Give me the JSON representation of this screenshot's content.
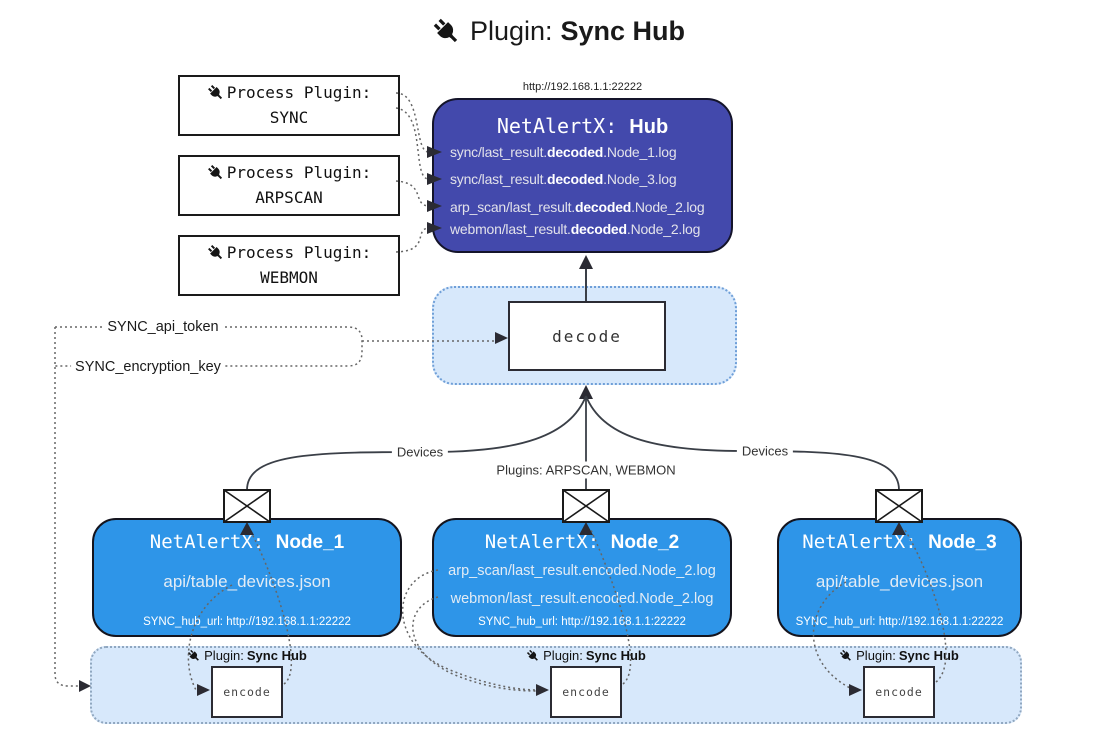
{
  "title": {
    "prefix": "Plugin: ",
    "name": "Sync Hub"
  },
  "process_plugins": [
    {
      "line1": "Process Plugin:",
      "line2": "SYNC"
    },
    {
      "line1": "Process Plugin:",
      "line2": "ARPSCAN"
    },
    {
      "line1": "Process Plugin:",
      "line2": "WEBMON"
    }
  ],
  "hub": {
    "url": "http://192.168.1.1:22222",
    "name_prefix": "NetAlertX: ",
    "name": "Hub",
    "lines": [
      {
        "pre": "sync/last_result.",
        "bold": "decoded",
        "post": ".Node_1.log"
      },
      {
        "pre": "sync/last_result.",
        "bold": "decoded",
        "post": ".Node_3.log"
      },
      {
        "pre": "arp_scan/last_result.",
        "bold": "decoded",
        "post": ".Node_2.log"
      },
      {
        "pre": "webmon/last_result.",
        "bold": "decoded",
        "post": ".Node_2.log"
      }
    ]
  },
  "decode_label": "decode",
  "keys": {
    "api_token": "SYNC_api_token",
    "encryption_key": "SYNC_encryption_key"
  },
  "edge_labels": {
    "left": "Devices",
    "mid": "Plugins: ARPSCAN, WEBMON",
    "right": "Devices"
  },
  "nodes": [
    {
      "name_prefix": "NetAlertX: ",
      "name": "Node_1",
      "lines": [
        "api/table_devices.json"
      ],
      "footer": "SYNC_hub_url: http://192.168.1.1:22222"
    },
    {
      "name_prefix": "NetAlertX: ",
      "name": "Node_2",
      "lines": [
        "arp_scan/last_result.encoded.Node_2.log",
        "webmon/last_result.encoded.Node_2.log"
      ],
      "footer": "SYNC_hub_url: http://192.168.1.1:22222"
    },
    {
      "name_prefix": "NetAlertX: ",
      "name": "Node_3",
      "lines": [
        "api/table_devices.json"
      ],
      "footer": "SYNC_hub_url: http://192.168.1.1:22222"
    }
  ],
  "encode": {
    "label_prefix": "Plugin: ",
    "label_name": "Sync Hub",
    "box_label": "encode"
  },
  "colors": {
    "hub_bg": "#4349ac",
    "node_bg": "#2e95e8",
    "panel_bg": "#d7e8fb",
    "connector": "#666666",
    "solid_connector": "#3a3f47"
  }
}
